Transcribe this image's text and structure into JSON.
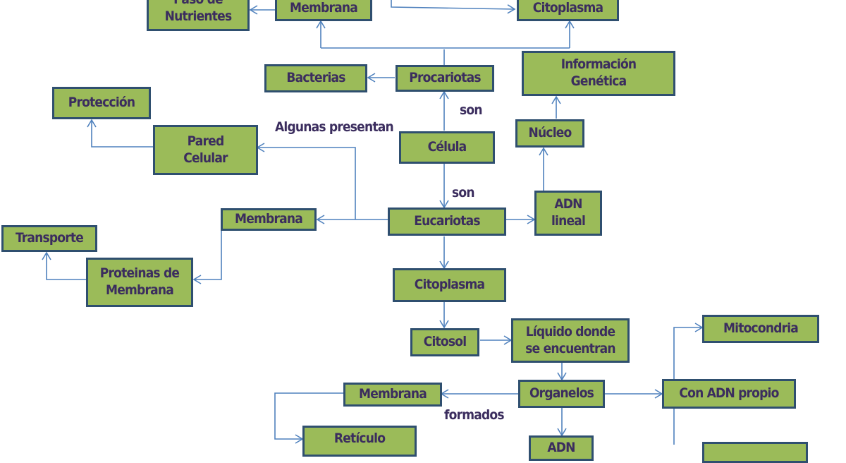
{
  "nodes": {
    "paso_nutrientes": "Paso de\nNutrientes",
    "membrana_top": "Membrana",
    "citoplasma_top": "Citoplasma",
    "bacterias": "Bacterias",
    "procariotas": "Procariotas",
    "informacion_genetica": "Información\nGenética",
    "proteccion": "Protección",
    "pared_celular": "Pared\nCelular",
    "celula": "Célula",
    "nucleo": "Núcleo",
    "membrana_mid": "Membrana",
    "eucariotas": "Eucariotas",
    "adn_lineal": "ADN\nlineal",
    "transporte": "Transporte",
    "proteinas_membrana": "Proteinas de\nMembrana",
    "citoplasma_mid": "Citoplasma",
    "citosol": "Citosol",
    "liquido": "Líquido donde\nse encuentran",
    "mitocondria": "Mitocondria",
    "membrana_bottom": "Membrana",
    "organelos": "Organelos",
    "con_adn_propio": "Con ADN propio",
    "reticulo": "Retículo",
    "adn_bottom": "ADN"
  },
  "labels": {
    "son_top": "son",
    "algunas_presentan": "Algunas presentan",
    "son_bottom": "son",
    "formados": "formados"
  },
  "colors": {
    "node_fill": "#9bbb59",
    "node_border": "#2f4f6f",
    "text": "#3b2d5e",
    "connector": "#4f81bd"
  }
}
